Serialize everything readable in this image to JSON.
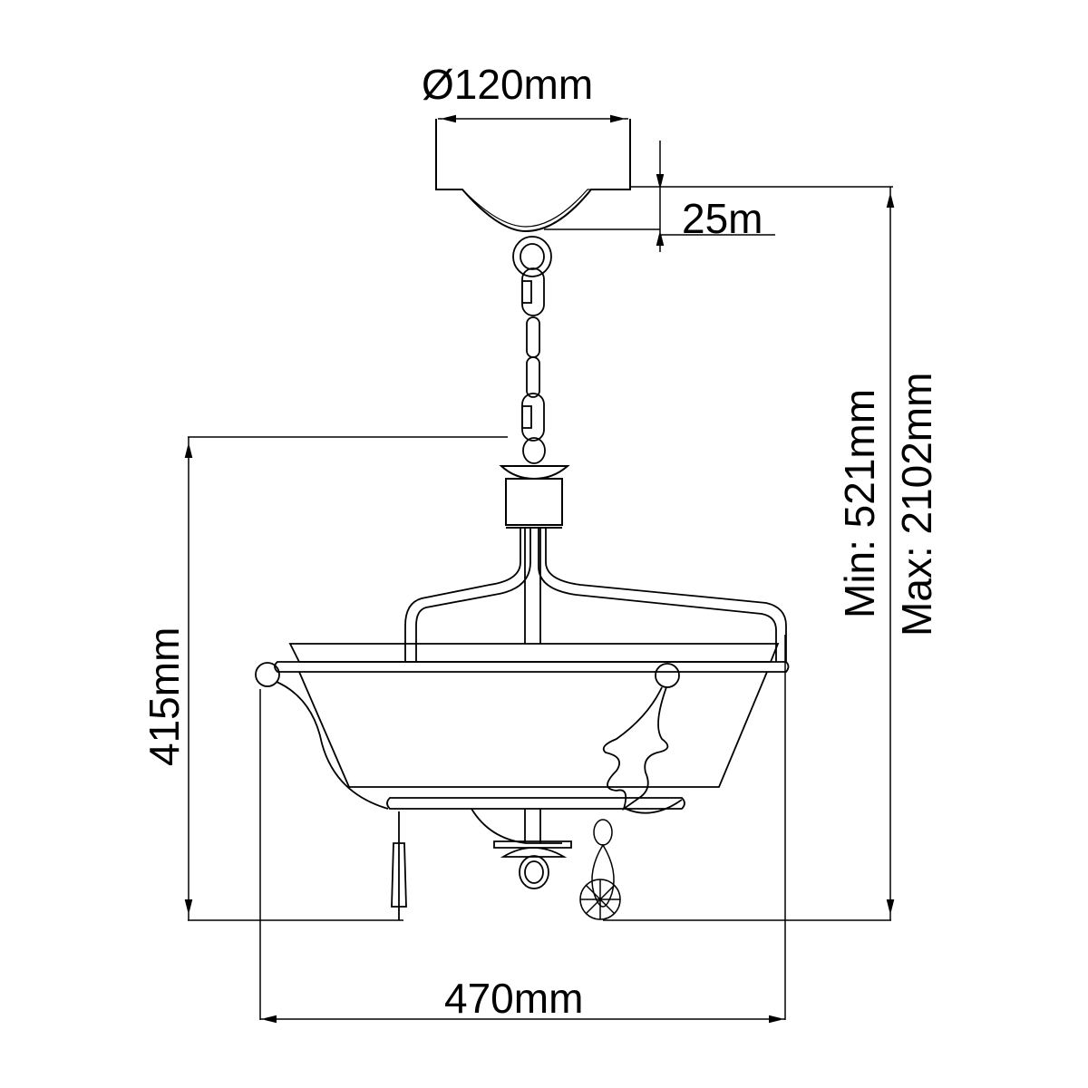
{
  "drawing": {
    "subject": "pendant light fixture technical dimension drawing",
    "line_color": "#000000",
    "background": "#ffffff"
  },
  "dimensions": {
    "canopy_diameter": "Ø120mm",
    "canopy_depth": "25m",
    "body_height": "415mm",
    "overall_min": "Min: 521mm",
    "overall_max": "Max: 2102mm",
    "body_width": "470mm"
  }
}
